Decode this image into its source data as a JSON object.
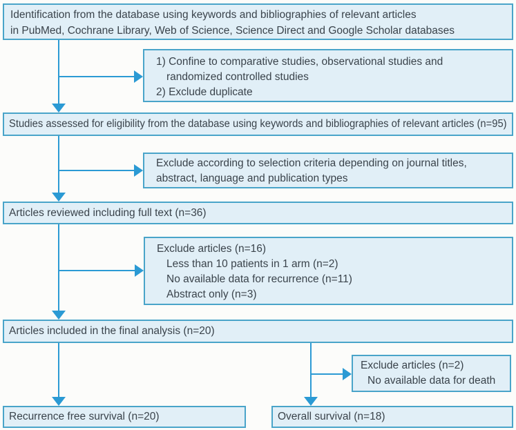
{
  "colors": {
    "bg": "#fcfcfa",
    "box_fill": "#e1eff7",
    "box_border": "#49a4c9",
    "arrow": "#2b9ad4",
    "text": "#3a434b"
  },
  "flowchart": {
    "boxes": {
      "identification": {
        "lines": [
          "Identification from the database using keywords and bibliographies of relevant articles",
          "in PubMed, Cochrane Library, Web of Science, Science Direct and Google Scholar databases"
        ]
      },
      "criteria": {
        "lines": [
          "1) Confine to comparative studies, observational studies and",
          "randomized controlled studies",
          "2) Exclude duplicate"
        ]
      },
      "eligibility": {
        "lines": [
          "Studies assessed for eligibility from the database using keywords and bibliographies of relevant articles (n=95)"
        ]
      },
      "selection": {
        "lines": [
          "Exclude according to selection criteria depending on journal titles,",
          "abstract, language and publication types"
        ]
      },
      "reviewed": {
        "lines": [
          "Articles reviewed including full text (n=36)"
        ]
      },
      "excluded16": {
        "lines": [
          "Exclude articles (n=16)",
          "Less than 10 patients in 1 arm (n=2)",
          "No available data for recurrence (n=11)",
          "Abstract only (n=3)"
        ]
      },
      "final": {
        "lines": [
          "Articles included in the final analysis (n=20)"
        ]
      },
      "excluded2": {
        "lines": [
          "Exclude articles (n=2)",
          "No available data for death"
        ]
      },
      "rfs": {
        "lines": [
          "Recurrence free survival (n=20)"
        ]
      },
      "os": {
        "lines": [
          "Overall survival (n=18)"
        ]
      }
    }
  }
}
